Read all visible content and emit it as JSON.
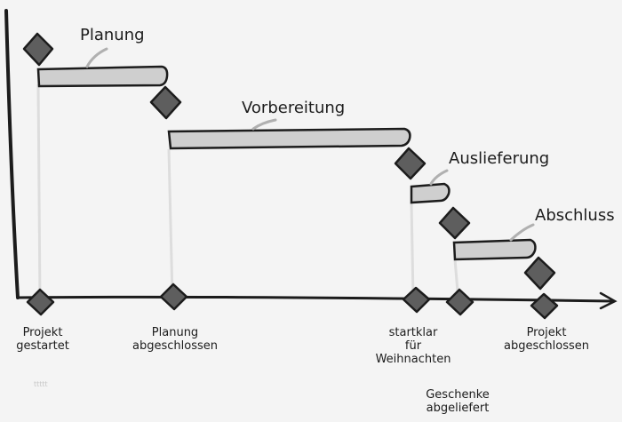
{
  "phases": [
    {
      "id": "planung",
      "label": "Planung"
    },
    {
      "id": "vorbereitung",
      "label": "Vorbereitung"
    },
    {
      "id": "auslieferung",
      "label": "Auslieferung"
    },
    {
      "id": "abschluss",
      "label": "Abschluss"
    }
  ],
  "milestones": [
    {
      "id": "projekt-gestartet",
      "lines": [
        "Projekt",
        "gestartet"
      ]
    },
    {
      "id": "planung-abgeschlossen",
      "lines": [
        "Planung",
        "abgeschlossen"
      ]
    },
    {
      "id": "startklar",
      "lines": [
        "startklar",
        "für",
        "Weihnachten"
      ]
    },
    {
      "id": "geschenke-abgeliefert",
      "lines": [
        "Geschenke",
        "abgeliefert"
      ]
    },
    {
      "id": "projekt-abgeschlossen",
      "lines": [
        "Projekt",
        "abgeschlossen"
      ]
    }
  ],
  "watermark": "ttttt",
  "colors": {
    "ink": "#1c1c1c",
    "bar_fill": "#cfcfcf",
    "diamond_fill": "#5e5e5e",
    "guide": "#dddddd",
    "background": "#f4f4f4"
  }
}
